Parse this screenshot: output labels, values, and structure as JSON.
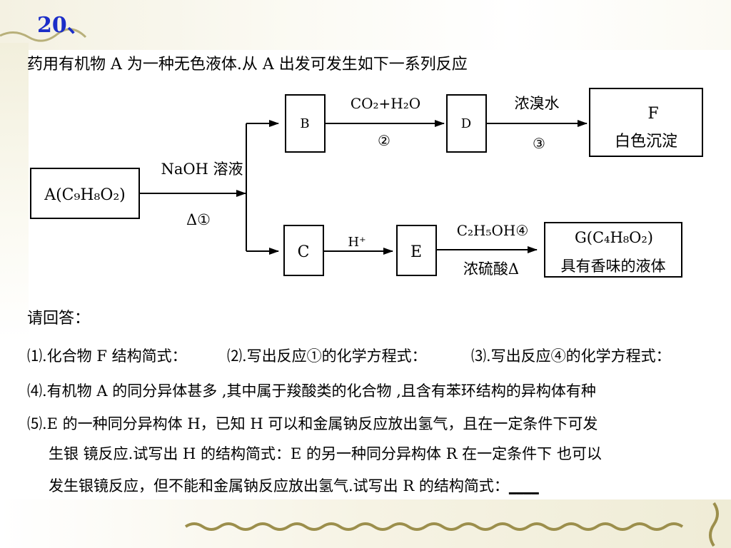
{
  "slide": {
    "number": "20、"
  },
  "intro": "药用有机物 A 为一种无色液体.从 A 出发可发生如下一系列反应",
  "diagram": {
    "boxes": {
      "a": "A(C₉H₈O₂)",
      "b": "B",
      "c": "C",
      "d": "D",
      "e": "E",
      "f_line1": "F",
      "f_line2": "白色沉淀",
      "g_line1": "G(C₄H₈O₂)",
      "g_line2": "具有香味的液体"
    },
    "edges": {
      "a_split_top": "NaOH 溶液",
      "a_split_bottom": "Δ①",
      "b_d_top": "CO₂+H₂O",
      "b_d_bottom": "②",
      "d_f_top": "浓溴水",
      "d_f_bottom": "③",
      "c_e_top": "H⁺",
      "e_g_top": "C₂H₅OH④",
      "e_g_bottom": "浓硫酸Δ"
    }
  },
  "questions": {
    "prompt": "请回答：",
    "q1": "⑴.化合物 F 结构简式：",
    "q2": "⑵.写出反应①的化学方程式：",
    "q3": "⑶.写出反应④的化学方程式：",
    "q4": "⑷.有机物 A 的同分异体甚多 ,其中属于羧酸类的化合物 ,且含有苯环结构的异构体有种",
    "q5_line1": "⑸.E 的一种同分异构体 H，已知 H 可以和金属钠反应放出氢气，且在一定条件下可发",
    "q5_line2": "生银 镜反应.试写出 H 的结构简式：E 的另一种同分异构体 R 在一定条件下 也可以",
    "q5_line3": "发生银镜反应，但不能和金属钠反应放出氢气.试写出 R 的结构简式：",
    "q5_blank": "____"
  }
}
